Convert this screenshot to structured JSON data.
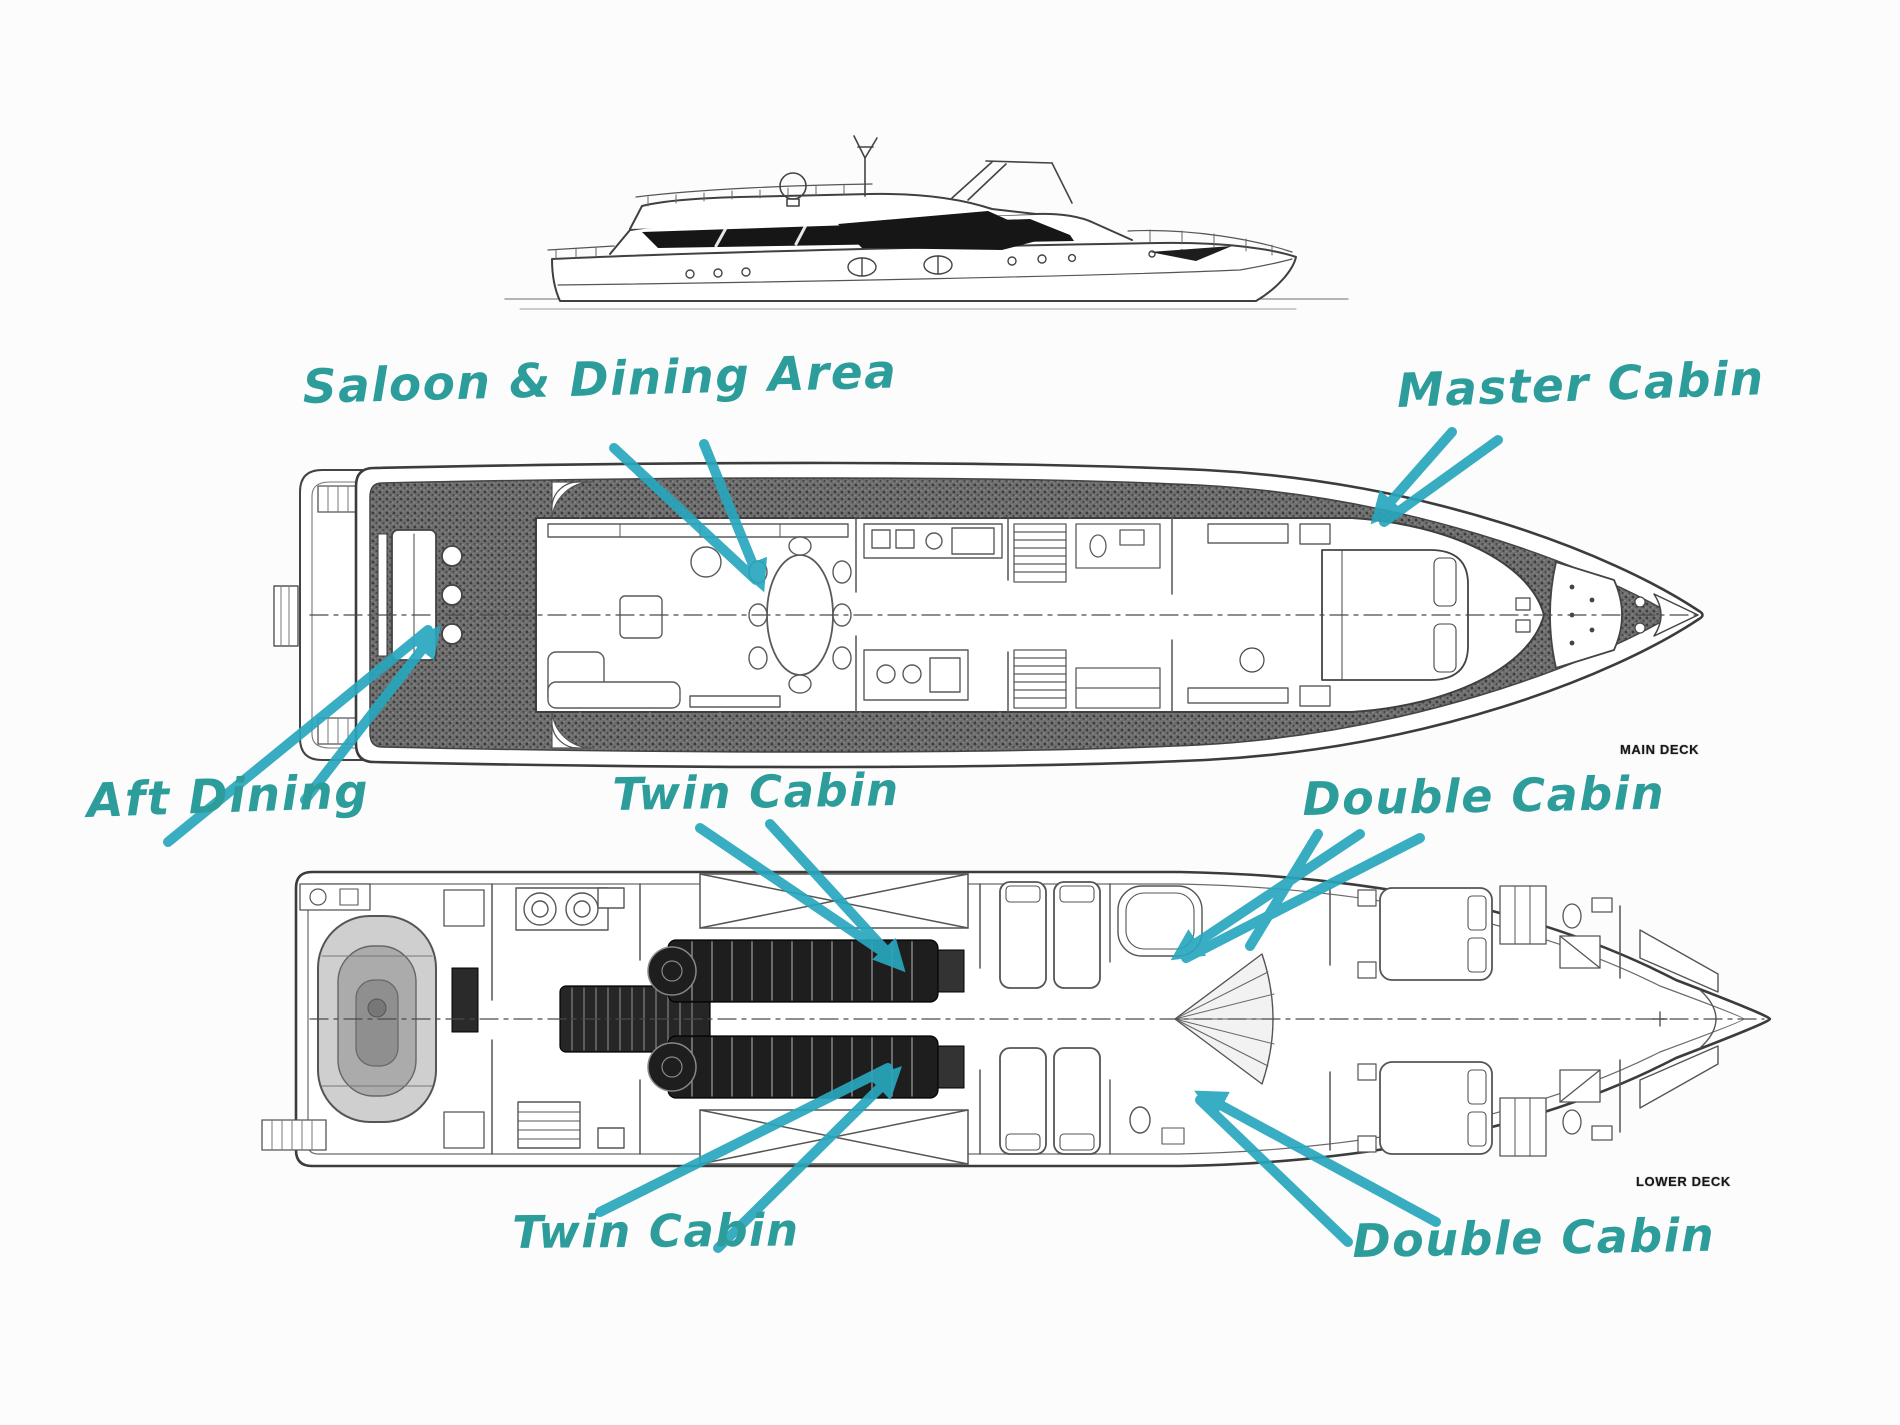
{
  "page": {
    "background": "#fcfcfc"
  },
  "colors": {
    "annotation_text": "#2d9d9b",
    "annotation_arrow": "#28a7be",
    "plan_line": "#3c3c3c",
    "deck_stipple": "#6f6f6f"
  },
  "figures": {
    "profile": "yacht-side-profile",
    "main": "main-deck-floorplan",
    "lower": "lower-deck-floorplan"
  },
  "annotations": {
    "saloon_dining": "Saloon & Dining Area",
    "master_cabin": "Master Cabin",
    "aft_dining": "Aft Dining",
    "twin_cabin_upper": "Twin Cabin",
    "double_cabin_upper": "Double Cabin",
    "twin_cabin_lower": "Twin Cabin",
    "double_cabin_lower": "Double Cabin"
  },
  "deck_captions": {
    "main_deck": "MAIN DECK",
    "lower_deck": "LOWER DECK"
  }
}
